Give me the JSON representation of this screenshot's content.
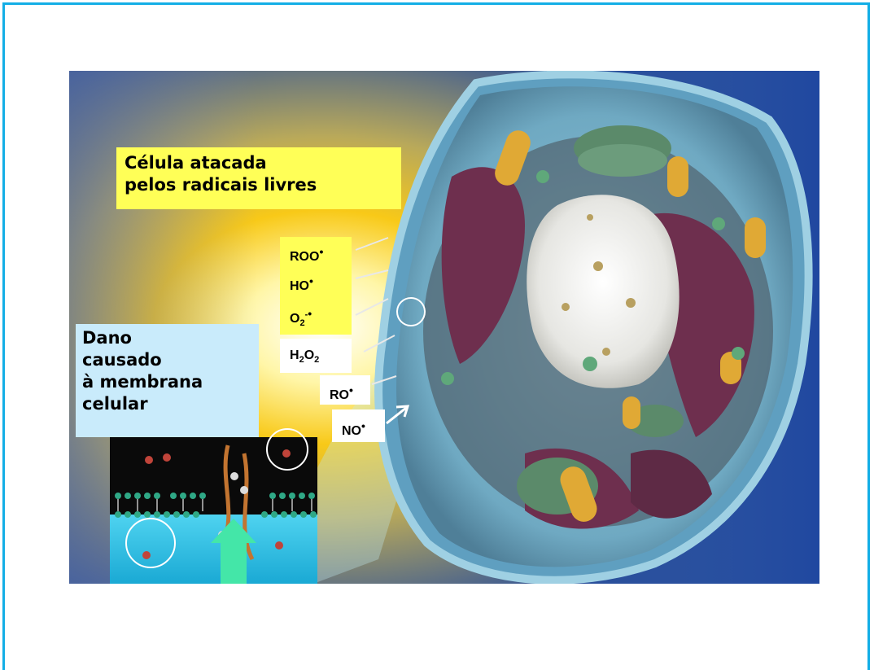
{
  "title": {
    "line1": "Célula atacada",
    "line2": "pelos radicais livres"
  },
  "damage_label": {
    "line1": "Dano",
    "line2": "causado",
    "line3": "à membrana",
    "line4": "celular"
  },
  "radicals": {
    "roo": "ROO",
    "ho": "HO",
    "o2": "O",
    "o2_sub": "2",
    "o2_sup": "-",
    "h2o2_h": "H",
    "h2o2_sub1": "2",
    "h2o2_o": "O",
    "h2o2_sub2": "2",
    "ro": "RO",
    "no": "NO",
    "dot": "•"
  },
  "colors": {
    "frame": "#13aee6",
    "yellow_label": "#ffff57",
    "blue_label": "#c9ebfb",
    "arrow": "#44e6a8"
  }
}
